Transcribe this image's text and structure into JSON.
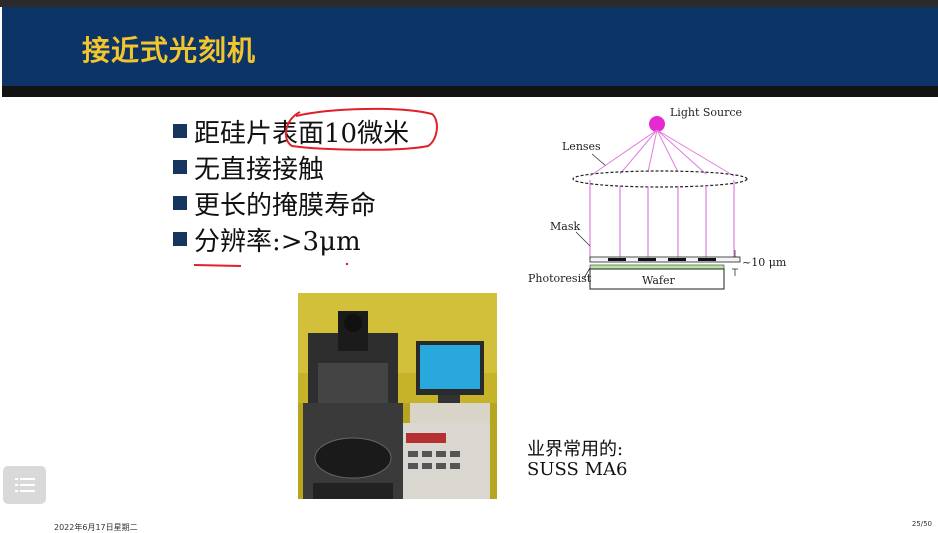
{
  "slide": {
    "title": "接近式光刻机",
    "bullets": [
      "距硅片表面10微米",
      "无直接接触",
      "更长的掩膜寿命",
      "分辨率:>3μm"
    ],
    "caption_line1": "业界常用的:",
    "caption_line2": "SUSS MA6"
  },
  "diagram": {
    "light_source": "Light Source",
    "lenses": "Lenses",
    "mask": "Mask",
    "photoresist": "Photoresist",
    "wafer": "Wafer",
    "gap": "~10 μm"
  },
  "footer": {
    "date": "2022年6月17日星期二",
    "page": "25/50"
  },
  "ui": {
    "menu_icon": "list-menu-icon"
  },
  "colors": {
    "header_bg": "#0c3467",
    "title": "#f3c52c",
    "annotation": "#e0202a",
    "light_source": "#e62ad0"
  }
}
